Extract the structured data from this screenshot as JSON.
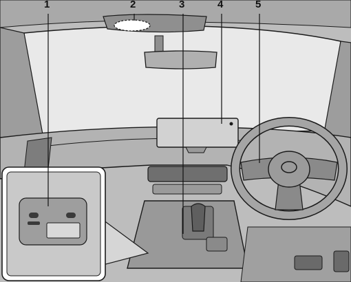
{
  "callouts": [
    {
      "label": "1",
      "target": "usb-ports"
    },
    {
      "label": "2",
      "target": "overhead-microphone"
    },
    {
      "label": "3",
      "target": "shift-lever"
    },
    {
      "label": "4",
      "target": "center-display"
    },
    {
      "label": "5",
      "target": "steering-wheel"
    }
  ],
  "colors": {
    "interior": "#bcbcbc",
    "interior_dark": "#8c8c8c",
    "windshield": "#e9e9e9",
    "outline": "#1a1a1a",
    "callout_line": "#111111",
    "inset_background": "#c9c9c9",
    "highlight_ellipse": "#ffffff"
  }
}
